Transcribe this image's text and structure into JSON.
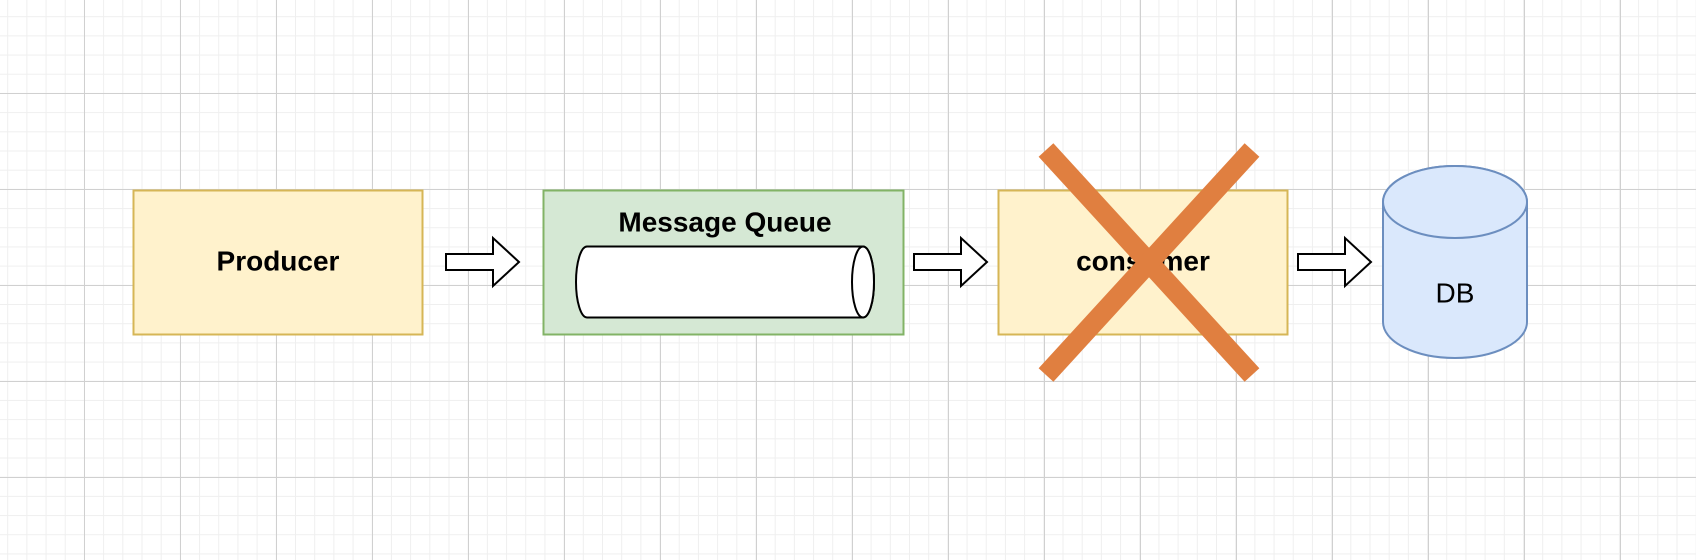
{
  "nodes": {
    "producer": {
      "label": "Producer"
    },
    "message_queue": {
      "label": "Message Queue"
    },
    "consumer": {
      "label": "consumer",
      "status": "crossed-out"
    },
    "db": {
      "label": "DB"
    }
  },
  "colors": {
    "producer_fill": "#fff2cc",
    "producer_stroke": "#d6b656",
    "queue_fill": "#d5e8d4",
    "queue_stroke": "#82b366",
    "consumer_fill": "#fff2cc",
    "consumer_stroke": "#d6b656",
    "db_fill": "#dae8fc",
    "db_stroke": "#6c8ebf",
    "cross_mark": "#e07f40",
    "arrow_fill": "#ffffff",
    "arrow_stroke": "#000000"
  },
  "icons": {
    "arrow": "arrow-right-icon",
    "queue_pipe": "cylinder-pipe-icon",
    "cross": "cross-x-icon",
    "database": "database-cylinder-icon"
  }
}
